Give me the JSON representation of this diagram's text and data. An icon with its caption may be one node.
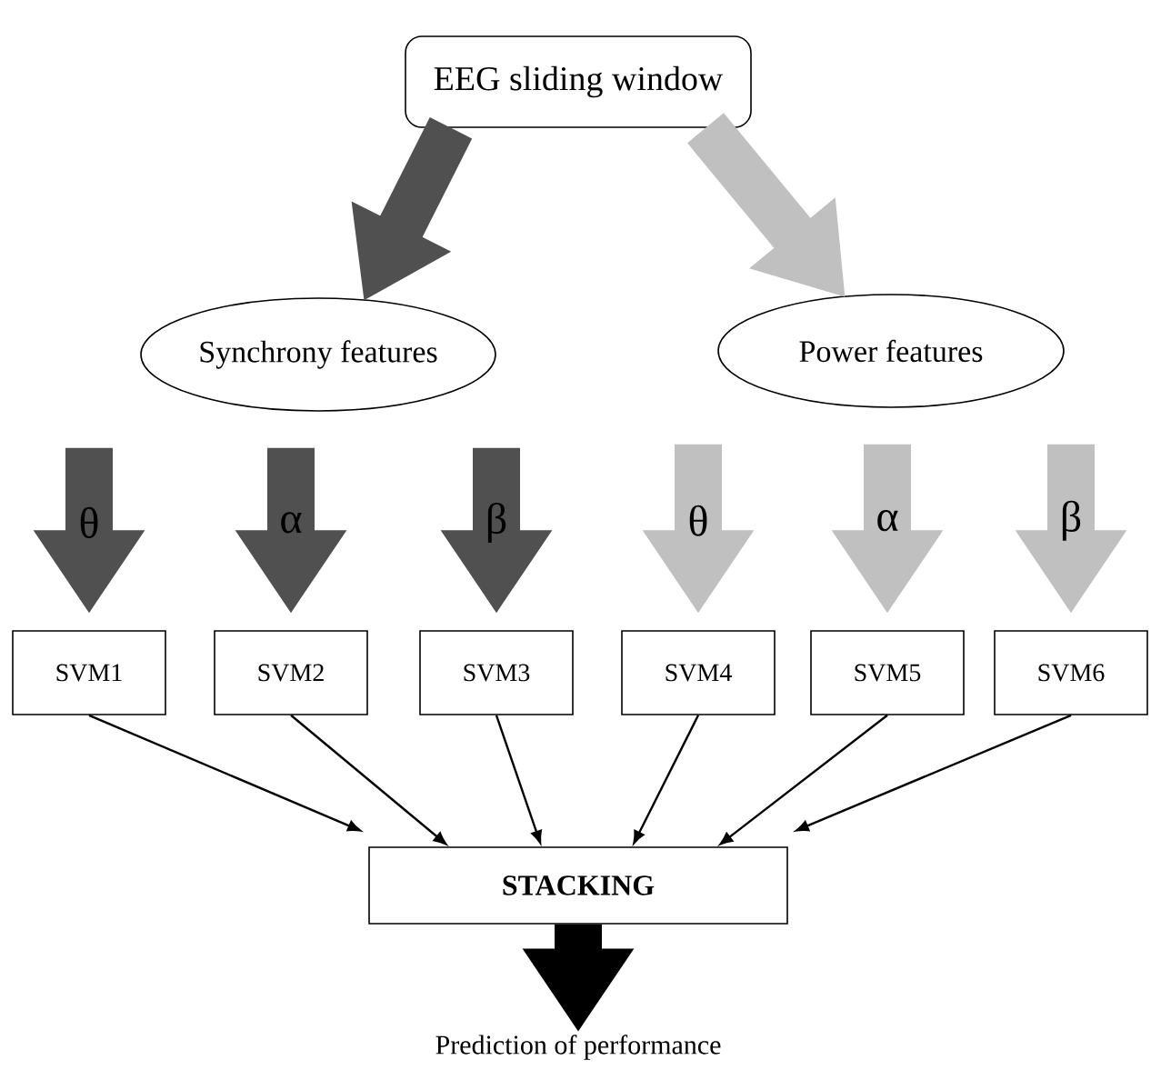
{
  "diagram": {
    "nodes": [
      {
        "text": [
          "EEG sliding window"
        ]
      },
      {
        "text": [
          "Synchrony features"
        ]
      },
      {
        "text": [
          "Power features"
        ]
      },
      {
        "text": [
          "SVM1"
        ]
      },
      {
        "text": [
          "SVM2"
        ]
      },
      {
        "text": [
          "SVM3"
        ]
      },
      {
        "text": [
          "SVM4"
        ]
      },
      {
        "text": [
          "SVM5"
        ]
      },
      {
        "text": [
          "SVM6"
        ]
      },
      {
        "text": [
          "STACKING"
        ]
      },
      {
        "text": [
          "Prediction of performance"
        ]
      }
    ],
    "edges": [
      {
        "from": 0,
        "to": 1,
        "arrow": "to",
        "color": "#505050"
      },
      {
        "from": 0,
        "to": 2,
        "arrow": "to",
        "color": "#c0c0c0"
      },
      {
        "from": 1,
        "to": 3,
        "arrow": "to",
        "color": "#505050",
        "label": "θ"
      },
      {
        "from": 1,
        "to": 4,
        "arrow": "to",
        "color": "#505050",
        "label": "α"
      },
      {
        "from": 1,
        "to": 5,
        "arrow": "to",
        "color": "#505050",
        "label": "β"
      },
      {
        "from": 2,
        "to": 6,
        "arrow": "to",
        "color": "#c0c0c0",
        "label": "θ"
      },
      {
        "from": 2,
        "to": 7,
        "arrow": "to",
        "color": "#c0c0c0",
        "label": "α"
      },
      {
        "from": 2,
        "to": 8,
        "arrow": "to",
        "color": "#c0c0c0",
        "label": "β"
      },
      {
        "from": 3,
        "to": 9,
        "arrow": "to"
      },
      {
        "from": 4,
        "to": 9,
        "arrow": "to"
      },
      {
        "from": 5,
        "to": 9,
        "arrow": "to"
      },
      {
        "from": 6,
        "to": 9,
        "arrow": "to"
      },
      {
        "from": 7,
        "to": 9,
        "arrow": "to"
      },
      {
        "from": 8,
        "to": 9,
        "arrow": "to"
      },
      {
        "from": 9,
        "to": 10,
        "arrow": "to",
        "color": "#000000"
      }
    ]
  }
}
